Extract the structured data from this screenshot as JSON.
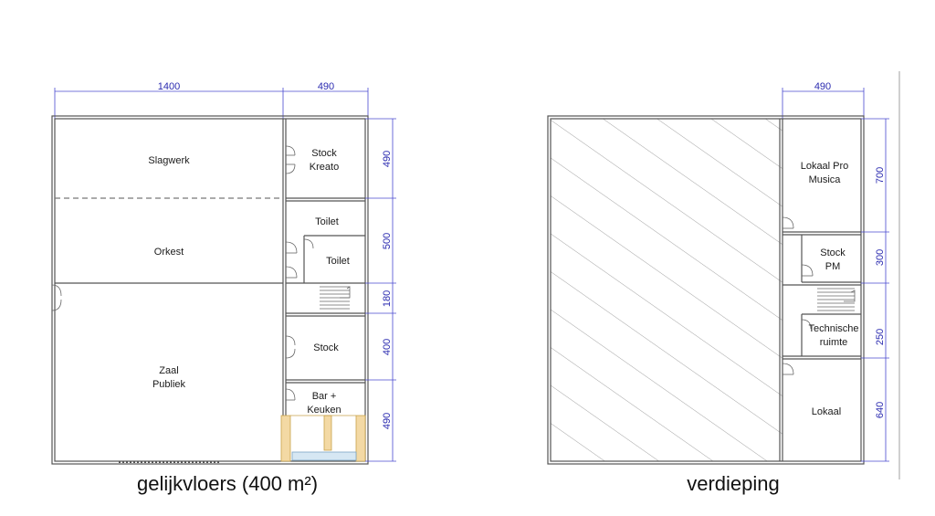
{
  "ground_floor": {
    "caption": "gelijkvloers (400 m²)",
    "rooms": {
      "slagwerk": "Slagwerk",
      "orkest": "Orkest",
      "zaal_1": "Zaal",
      "zaal_2": "Publiek",
      "stock_kreato_1": "Stock",
      "stock_kreato_2": "Kreato",
      "toilet_1": "Toilet",
      "toilet_2": "Toilet",
      "stock": "Stock",
      "bar_1": "Bar +",
      "bar_2": "Keuken"
    },
    "dimensions": {
      "top_left": "1400",
      "top_right": "490",
      "side_1": "490",
      "side_2": "500",
      "side_3": "180",
      "side_4": "400",
      "side_5": "490"
    }
  },
  "upper_floor": {
    "caption": "verdieping",
    "rooms": {
      "lokaal_pro_1": "Lokaal Pro",
      "lokaal_pro_2": "Musica",
      "stock_pm_1": "Stock",
      "stock_pm_2": "PM",
      "tech_1": "Technische",
      "tech_2": "ruimte",
      "lokaal": "Lokaal"
    },
    "dimensions": {
      "top": "490",
      "side_1": "700",
      "side_2": "300",
      "side_3": "250",
      "side_4": "640"
    }
  }
}
